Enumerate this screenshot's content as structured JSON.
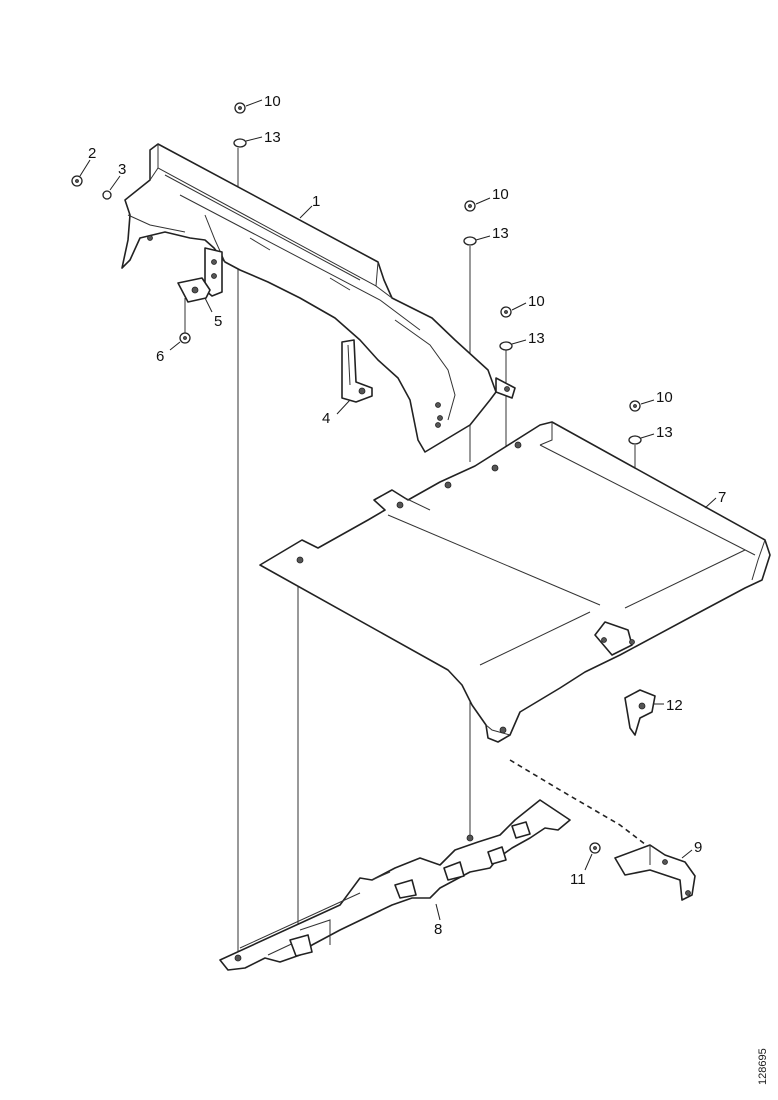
{
  "callouts": {
    "c1": "1",
    "c2": "2",
    "c3": "3",
    "c4": "4",
    "c5": "5",
    "c6": "6",
    "c7": "7",
    "c8": "8",
    "c9": "9",
    "c10a": "10",
    "c10b": "10",
    "c10c": "10",
    "c10d": "10",
    "c11": "11",
    "c12": "12",
    "c13a": "13",
    "c13b": "13",
    "c13c": "13",
    "c13d": "13"
  },
  "document_number": "128695"
}
